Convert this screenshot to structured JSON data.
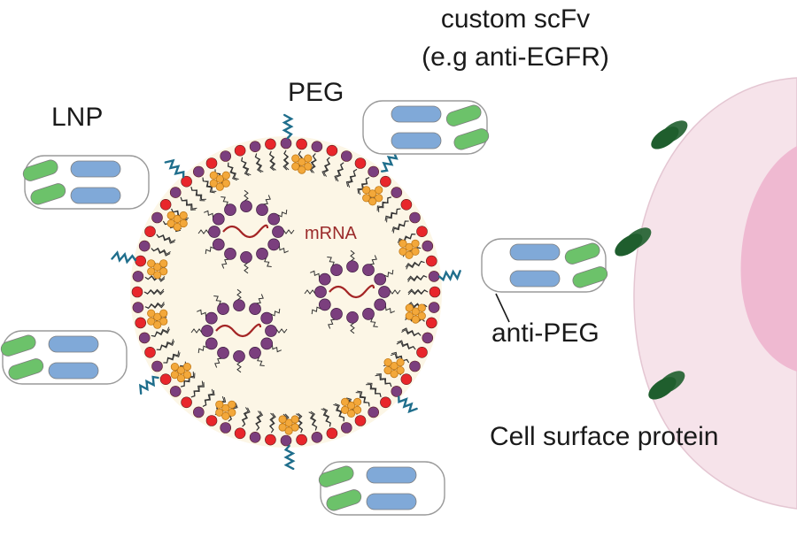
{
  "labels": {
    "lnp": "LNP",
    "peg": "PEG",
    "scfv_line1": "custom scFv",
    "scfv_line2": "(e.g anti-EGFR)",
    "mrna": "mRNA",
    "anti_peg": "anti-PEG",
    "cell_surface_protein": "Cell surface protein"
  },
  "colors": {
    "lipid_red": "#e8262b",
    "lipid_purple": "#7b3f7e",
    "lnp_fill": "#fcf6e6",
    "cholesterol": "#f3a83a",
    "peg_chain": "#1f6e8c",
    "antibody_blue": "#80a9d8",
    "antibody_green": "#6cc26a",
    "mrna_strand": "#a42525",
    "mrna_label": "#9a2a2a",
    "cell_outer": "#f6e3ea",
    "cell_inner": "#efb9d1",
    "surface_protein": "#1f5e2e"
  }
}
